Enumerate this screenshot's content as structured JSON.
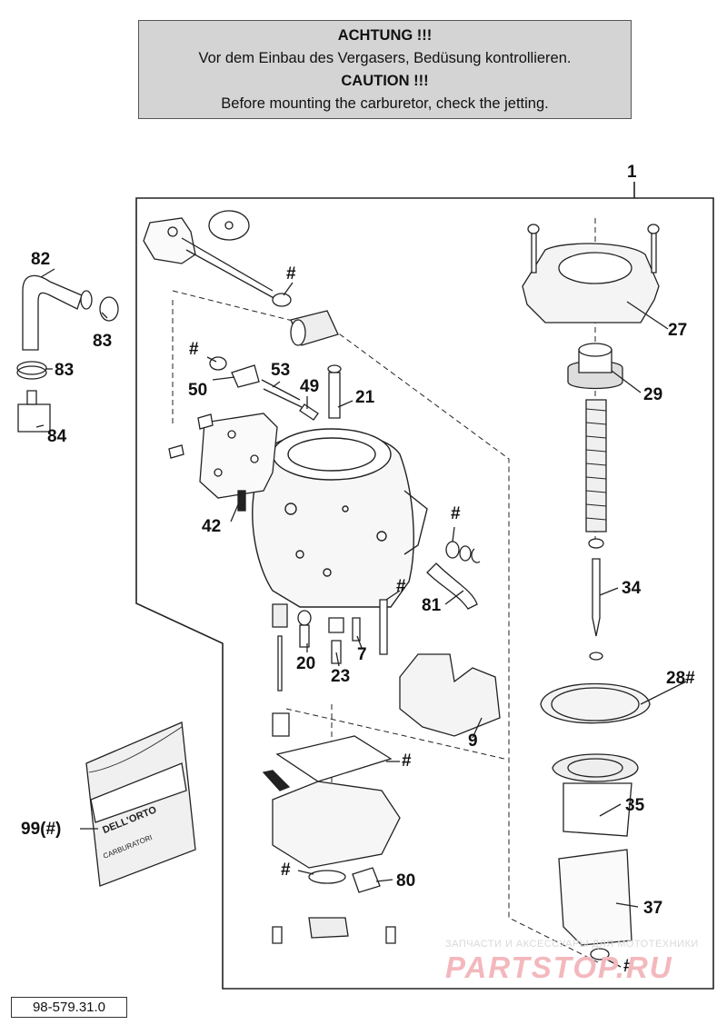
{
  "warning": {
    "line1": "ACHTUNG !!!",
    "line2": "Vor dem Einbau des Vergasers, Bedüsung kontrollieren.",
    "line3": "CAUTION !!!",
    "line4": "Before mounting the carburetor, check the jetting."
  },
  "callouts": {
    "c1": "1",
    "c82": "82",
    "c83a": "83",
    "c83b": "83",
    "c84": "84",
    "h1": "#",
    "h2": "#",
    "c50": "50",
    "c53": "53",
    "c49": "49",
    "c21": "21",
    "c42": "42",
    "h3": "#",
    "h4": "#",
    "c81": "81",
    "c20": "20",
    "c23": "23",
    "c7": "7",
    "c9": "9",
    "h5": "#",
    "c99": "99(#)",
    "h6": "#",
    "c80": "80",
    "c27": "27",
    "c29": "29",
    "c34": "34",
    "c28": "28#",
    "c35": "35",
    "c37": "37",
    "h7": "#"
  },
  "bag_text": {
    "brand": "DELL'ORTO",
    "line": "CARBURATORI"
  },
  "doc_number": "98-579.31.0",
  "watermark": {
    "line1": "ЗАПЧАСТИ И АКСЕССУАРЫ ДЛЯ МОТОТЕХНИКИ",
    "line2": "PARTSTOP.RU"
  }
}
